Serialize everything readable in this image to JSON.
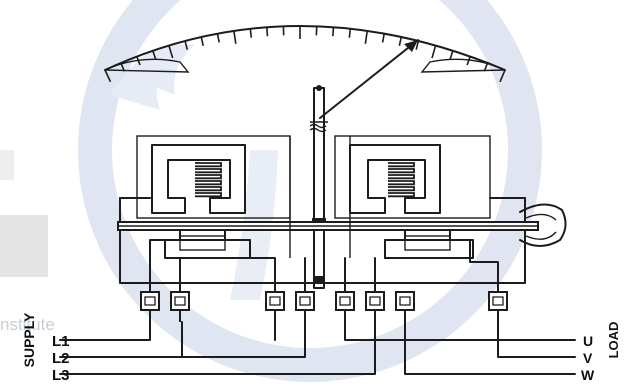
{
  "watermark": {
    "text": "nstitute",
    "color": "#c6d0e6"
  },
  "supply": {
    "label": "SUPPLY",
    "lines": [
      "L1",
      "L2",
      "L3"
    ]
  },
  "load": {
    "label": "LOAD",
    "lines": [
      "U",
      "V",
      "W"
    ]
  },
  "colors": {
    "ink": "#1c1c1c",
    "watermark_blue": "#c6d0e6"
  }
}
